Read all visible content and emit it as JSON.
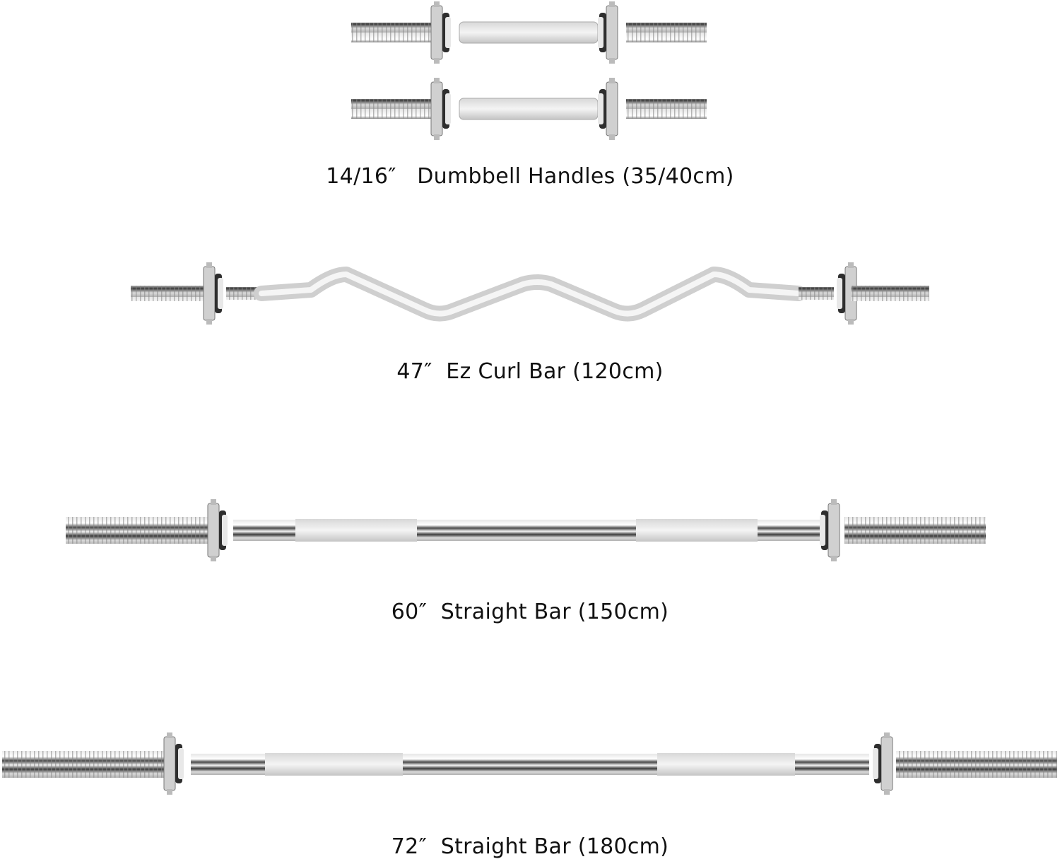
{
  "products": [
    {
      "id": "dumbbell-handles",
      "label": "14/16″   Dumbbell Handles (35/40cm)",
      "count": 2
    },
    {
      "id": "ez-curl-bar",
      "label": "47″  Ez Curl Bar (120cm)"
    },
    {
      "id": "straight-bar-60",
      "label": "60″  Straight Bar (150cm)"
    },
    {
      "id": "straight-bar-72",
      "label": "72″  Straight Bar (180cm)"
    }
  ],
  "colors": {
    "chrome_light": "#f2f2f2",
    "chrome_mid": "#c8c8c8",
    "chrome_dark": "#3a3a3a",
    "text": "#111111"
  }
}
